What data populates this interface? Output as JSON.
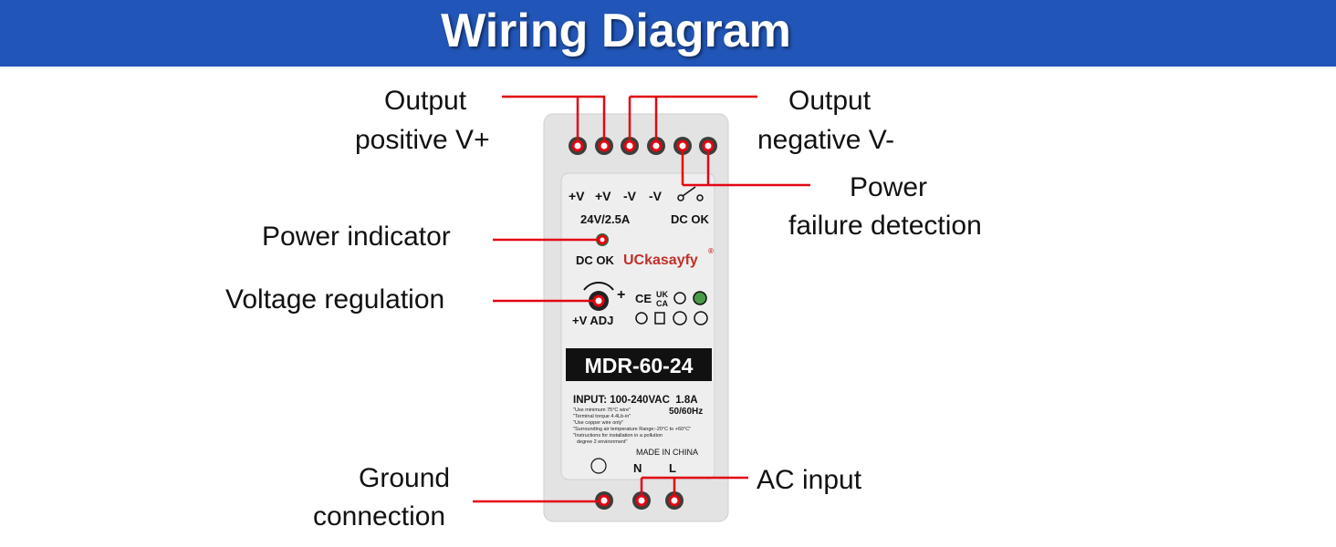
{
  "header": {
    "title": "Wiring Diagram"
  },
  "callouts": {
    "output_positive": [
      "Output",
      "positive V+"
    ],
    "output_negative": [
      "Output",
      "negative V-"
    ],
    "power_failure": [
      "Power",
      "failure detection"
    ],
    "power_indicator": "Power indicator",
    "voltage_regulation": "Voltage regulation",
    "ground": [
      "Ground",
      "connection"
    ],
    "ac_input": "AC input"
  },
  "device": {
    "terminal_labels": [
      "+V",
      "+V",
      "-V",
      "-V"
    ],
    "rating": "24V/2.5A",
    "dc_ok_relay": "DC OK",
    "led_label": "DC OK",
    "brand": "UCkasayfy",
    "brand_mark": "®",
    "adj_label": "+V ADJ",
    "adj_plus": "+",
    "model": "MDR-60-24",
    "input": "INPUT: 100-240VAC  1.8A",
    "frequency": "50/60Hz",
    "notes": [
      "\"Use minimum 75°C wire\"",
      "\"Terminal torque 4.4Lb-in\"",
      "\"Use copper wire only\"",
      "\"Surrounding air temperature Range:-20°C to +60°C\"",
      "\"Instructions for installation in a pollution",
      "degree 2 environment\""
    ],
    "origin": "MADE IN CHINA",
    "input_terminals": [
      "N",
      "L"
    ],
    "cert_marks": [
      "CE",
      "UK",
      "CA"
    ],
    "accent": "#e30613"
  }
}
